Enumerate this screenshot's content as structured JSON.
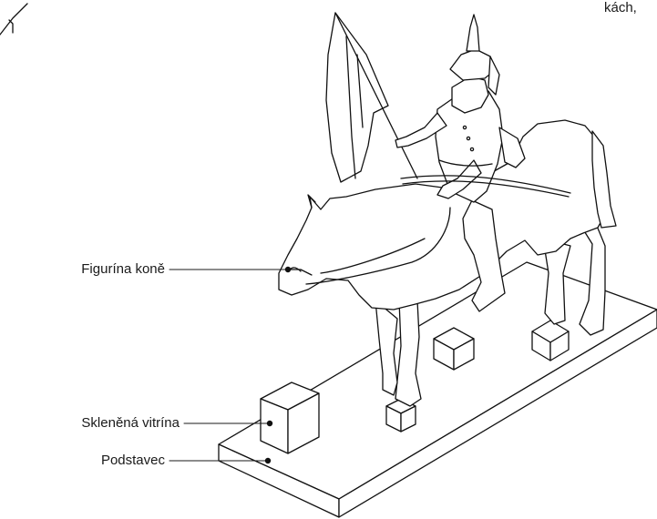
{
  "labels": {
    "horse_figure": "Figurína koně",
    "glass_case": "Skleněná vitrína",
    "pedestal": "Podstavec"
  },
  "corner_text": "kách,"
}
